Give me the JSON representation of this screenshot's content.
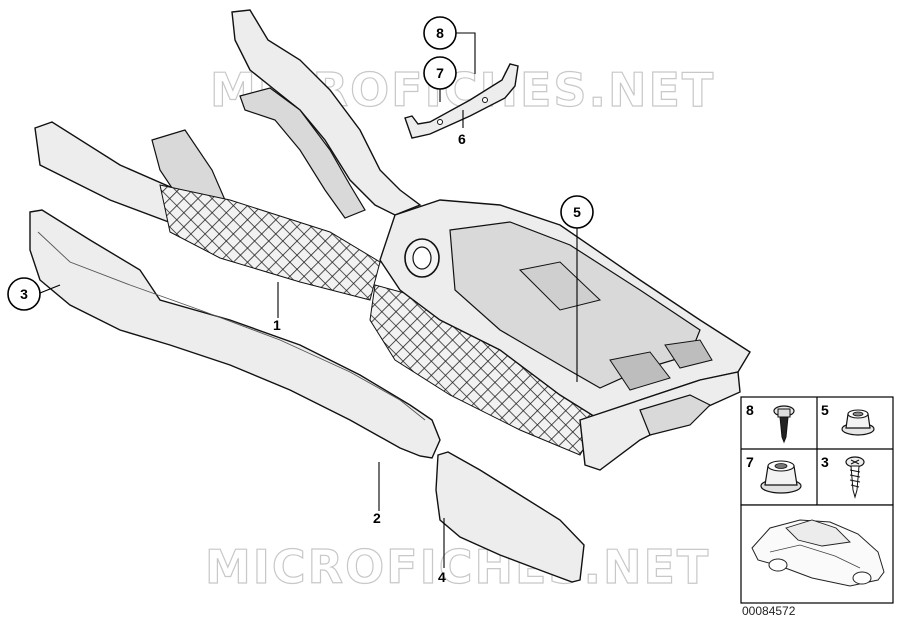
{
  "watermark": {
    "top_text": "MICROFICHES.NET",
    "bottom_text": "MICROFICHES.NET"
  },
  "callouts": {
    "c1": "1",
    "c2": "2",
    "c3": "3",
    "c4": "4",
    "c5": "5",
    "c6": "6",
    "c7": "7",
    "c8": "8"
  },
  "legend": {
    "cell_a_label": "8",
    "cell_b_label": "5",
    "cell_c_label": "7",
    "cell_d_label": "3"
  },
  "reference_number": "00084572",
  "icons": [
    "bolt-icon",
    "flange-nut-icon",
    "large-nut-icon",
    "screw-icon",
    "car-silhouette-icon"
  ]
}
